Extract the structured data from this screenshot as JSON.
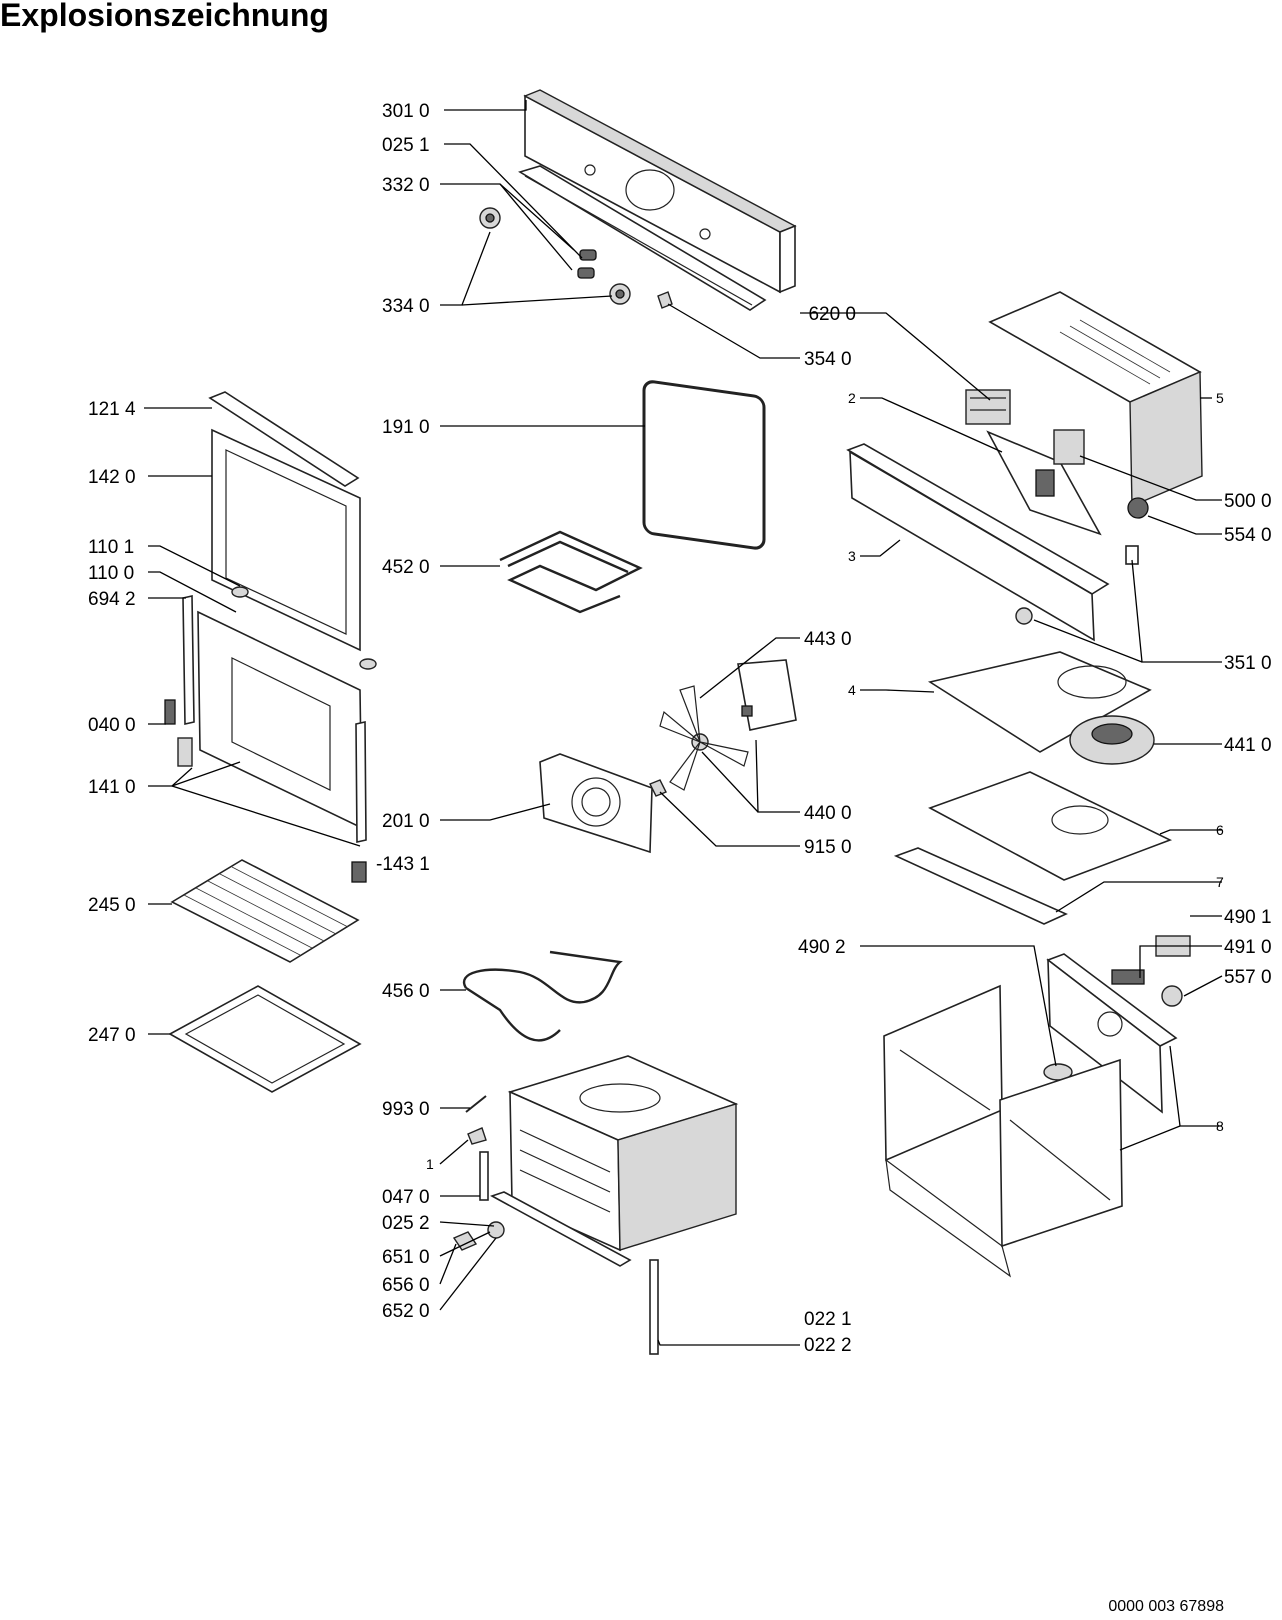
{
  "title": "Explosionszeichnung",
  "document_number": "0000 003 67898",
  "callouts": {
    "c3010": "301 0",
    "c0251": "025 1",
    "c3320": "332 0",
    "c3340": "334 0",
    "c3540": "354 0",
    "c6200": "620 0",
    "c2": "2",
    "c5": "5",
    "c1214": "121 4",
    "c1910": "191 0",
    "c1420": "142 0",
    "c5000": "500 0",
    "c5540": "554 0",
    "c1101": "110 1",
    "c4520": "452 0",
    "c3": "3",
    "c1100": "110 0",
    "c6942": "694 2",
    "c4430": "443 0",
    "c3510": "351 0",
    "c4": "4",
    "c0400": "040 0",
    "c4410": "441 0",
    "c1410": "141 0",
    "c4400": "440 0",
    "c2010": "201 0",
    "c6": "6",
    "c9150": "915 0",
    "c1431": "-143 1",
    "c7": "7",
    "c2450": "245 0",
    "c4901": "490 1",
    "c4902": "490 2",
    "c4910": "491 0",
    "c5570": "557 0",
    "c4560": "456 0",
    "c2470": "247 0",
    "c8": "8",
    "c9930": "993 0",
    "c1": "1",
    "c0470": "047 0",
    "c0252": "025 2",
    "c6510": "651 0",
    "c6560": "656 0",
    "c6520": "652 0",
    "c0221": "022 1",
    "c0222": "022 2"
  }
}
